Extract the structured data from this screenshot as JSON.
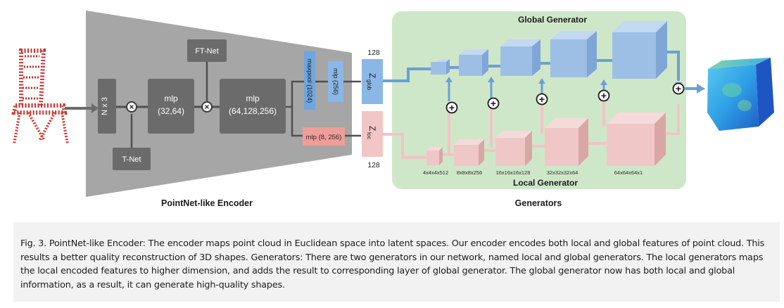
{
  "encoder": {
    "title": "PointNet-like Encoder",
    "nx3": "N x 3",
    "tnet": "T-Net",
    "ftnet": "FT-Net",
    "mlp1_title": "mlp",
    "mlp1_dims": "(32,64)",
    "mlp2_title": "mlp",
    "mlp2_dims": "(64,128,256)",
    "maxpool": "maxpool (1024)",
    "mlp256": "mlp (256)",
    "mlp_local": "mlp (8, 256)"
  },
  "latent": {
    "glob_label": "Z",
    "glob_sub": "glob",
    "loc_label": "Z",
    "loc_sub": "loc",
    "dim_top": "128",
    "dim_bottom": "128"
  },
  "generators": {
    "title": "Generators",
    "global_title": "Global Generator",
    "local_title": "Local Generator",
    "local_sizes": [
      "4x4x4x512",
      "8x8x8x256",
      "16x16x16x128",
      "32x32x32x64",
      "64x64x64x1"
    ]
  },
  "symbols": {
    "plus": "+",
    "times": "×"
  },
  "colors": {
    "encoder_bg": "#a6a6a6",
    "node": "#6b6b6b",
    "generator_bg": "#cfe7c9",
    "global_cube": "#9dbfe6",
    "local_cube": "#f0c7c7",
    "global_arrow": "#6e9fd2",
    "local_arrow": "#f0c4c4"
  },
  "caption": "Fig. 3. PointNet-like Encoder: The encoder maps point cloud in Euclidean space into latent spaces. Our encoder encodes both local and global features of point cloud. This results a better quality reconstruction of 3D shapes. Generators: There are two generators in our network, named local and global generators. The local generators maps the local encoded features to higher dimension, and adds the result to corresponding layer of global generator. The global generator now has both local and global information, as a result, it can generate high-quality shapes."
}
